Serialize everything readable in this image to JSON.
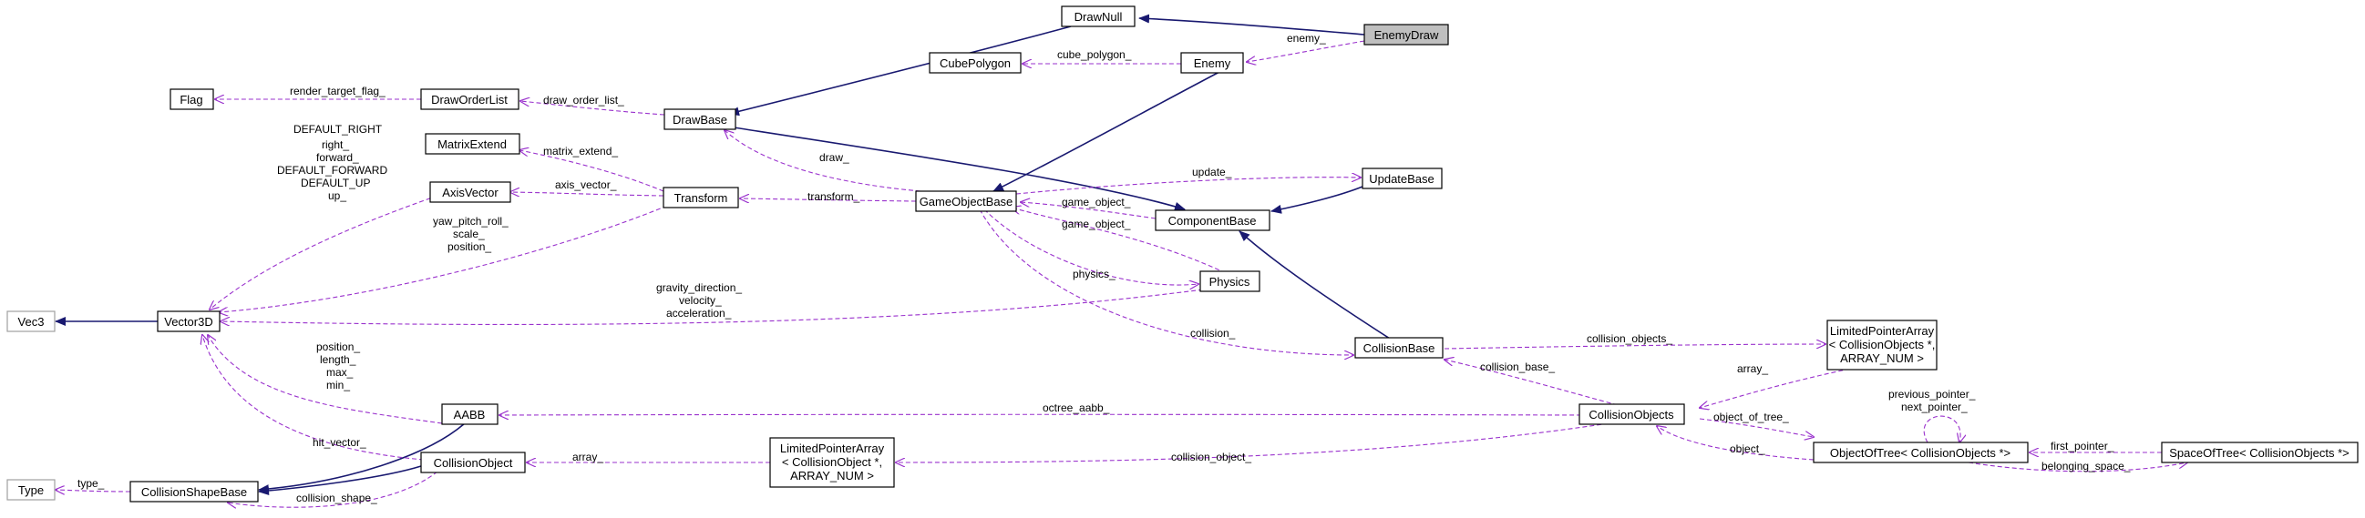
{
  "colors": {
    "inheritance": "#191970",
    "usage": "#9a32cd",
    "highlight": "#bfbfbf"
  },
  "nodes": {
    "EnemyDraw": "EnemyDraw",
    "DrawNull": "DrawNull",
    "Enemy": "Enemy",
    "CubePolygon": "CubePolygon",
    "Flag": "Flag",
    "DrawOrderList": "DrawOrderList",
    "DrawBase": "DrawBase",
    "MatrixExtend": "MatrixExtend",
    "AxisVector": "AxisVector",
    "Transform": "Transform",
    "GameObjectBase": "GameObjectBase",
    "UpdateBase": "UpdateBase",
    "ComponentBase": "ComponentBase",
    "Physics": "Physics",
    "Vec3": "Vec3",
    "Vector3D": "Vector3D",
    "CollisionBase": "CollisionBase",
    "LPA1_l1": "LimitedPointerArray",
    "LPA1_l2": "< CollisionObjects *,",
    "LPA1_l3": " ARRAY_NUM >",
    "AABB": "AABB",
    "CollisionObjects": "CollisionObjects",
    "LPA2_l1": "LimitedPointerArray",
    "LPA2_l2": "< CollisionObject *,",
    "LPA2_l3": " ARRAY_NUM >",
    "CollisionObject": "CollisionObject",
    "ObjectOfTree": "ObjectOfTree< CollisionObjects *>",
    "SpaceOfTree": "SpaceOfTree< CollisionObjects *>",
    "Type": "Type",
    "CollisionShapeBase": "CollisionShapeBase"
  },
  "edge_labels": {
    "enemy": "enemy_",
    "cube_polygon": "cube_polygon_",
    "render_target_flag": "render_target_flag_",
    "draw_order_list": "draw_order_list_",
    "vec_1": "DEFAULT_RIGHT",
    "vec_2": "right_",
    "vec_3": "forward_",
    "vec_4": "DEFAULT_FORWARD",
    "vec_5": "DEFAULT_UP",
    "vec_6": "up_",
    "matrix_extend": "matrix_extend_",
    "axis_vector": "axis_vector_",
    "transform_vec_1": "yaw_pitch_roll_",
    "transform_vec_2": "scale_",
    "transform_vec_3": "position_",
    "draw": "draw_",
    "transform": "transform_",
    "update": "update_",
    "game_object_1": "game_object_",
    "game_object_2": "game_object_",
    "physics": "physics_",
    "physics_vec_1": "gravity_direction_",
    "physics_vec_2": "velocity_",
    "physics_vec_3": "acceleration_",
    "collision": "collision_",
    "collision_objects": "collision_objects_",
    "array_1": "array_",
    "collision_base": "collision_base_",
    "aabb_vec_1": "position_",
    "aabb_vec_2": "length_",
    "aabb_vec_3": "max_",
    "aabb_vec_4": "min_",
    "octree_aabb": "octree_aabb_",
    "object_of_tree": "object_of_tree_",
    "pointers_1": "previous_pointer_",
    "pointers_2": "next_pointer_",
    "object": "object_",
    "first_pointer": "first_pointer_",
    "belonging_space": "belonging_space_",
    "collision_object": "collision_object_",
    "array_2": "array_",
    "hit_vector": "hit_vector_",
    "type": "type_",
    "collision_shape": "collision_shape_"
  }
}
